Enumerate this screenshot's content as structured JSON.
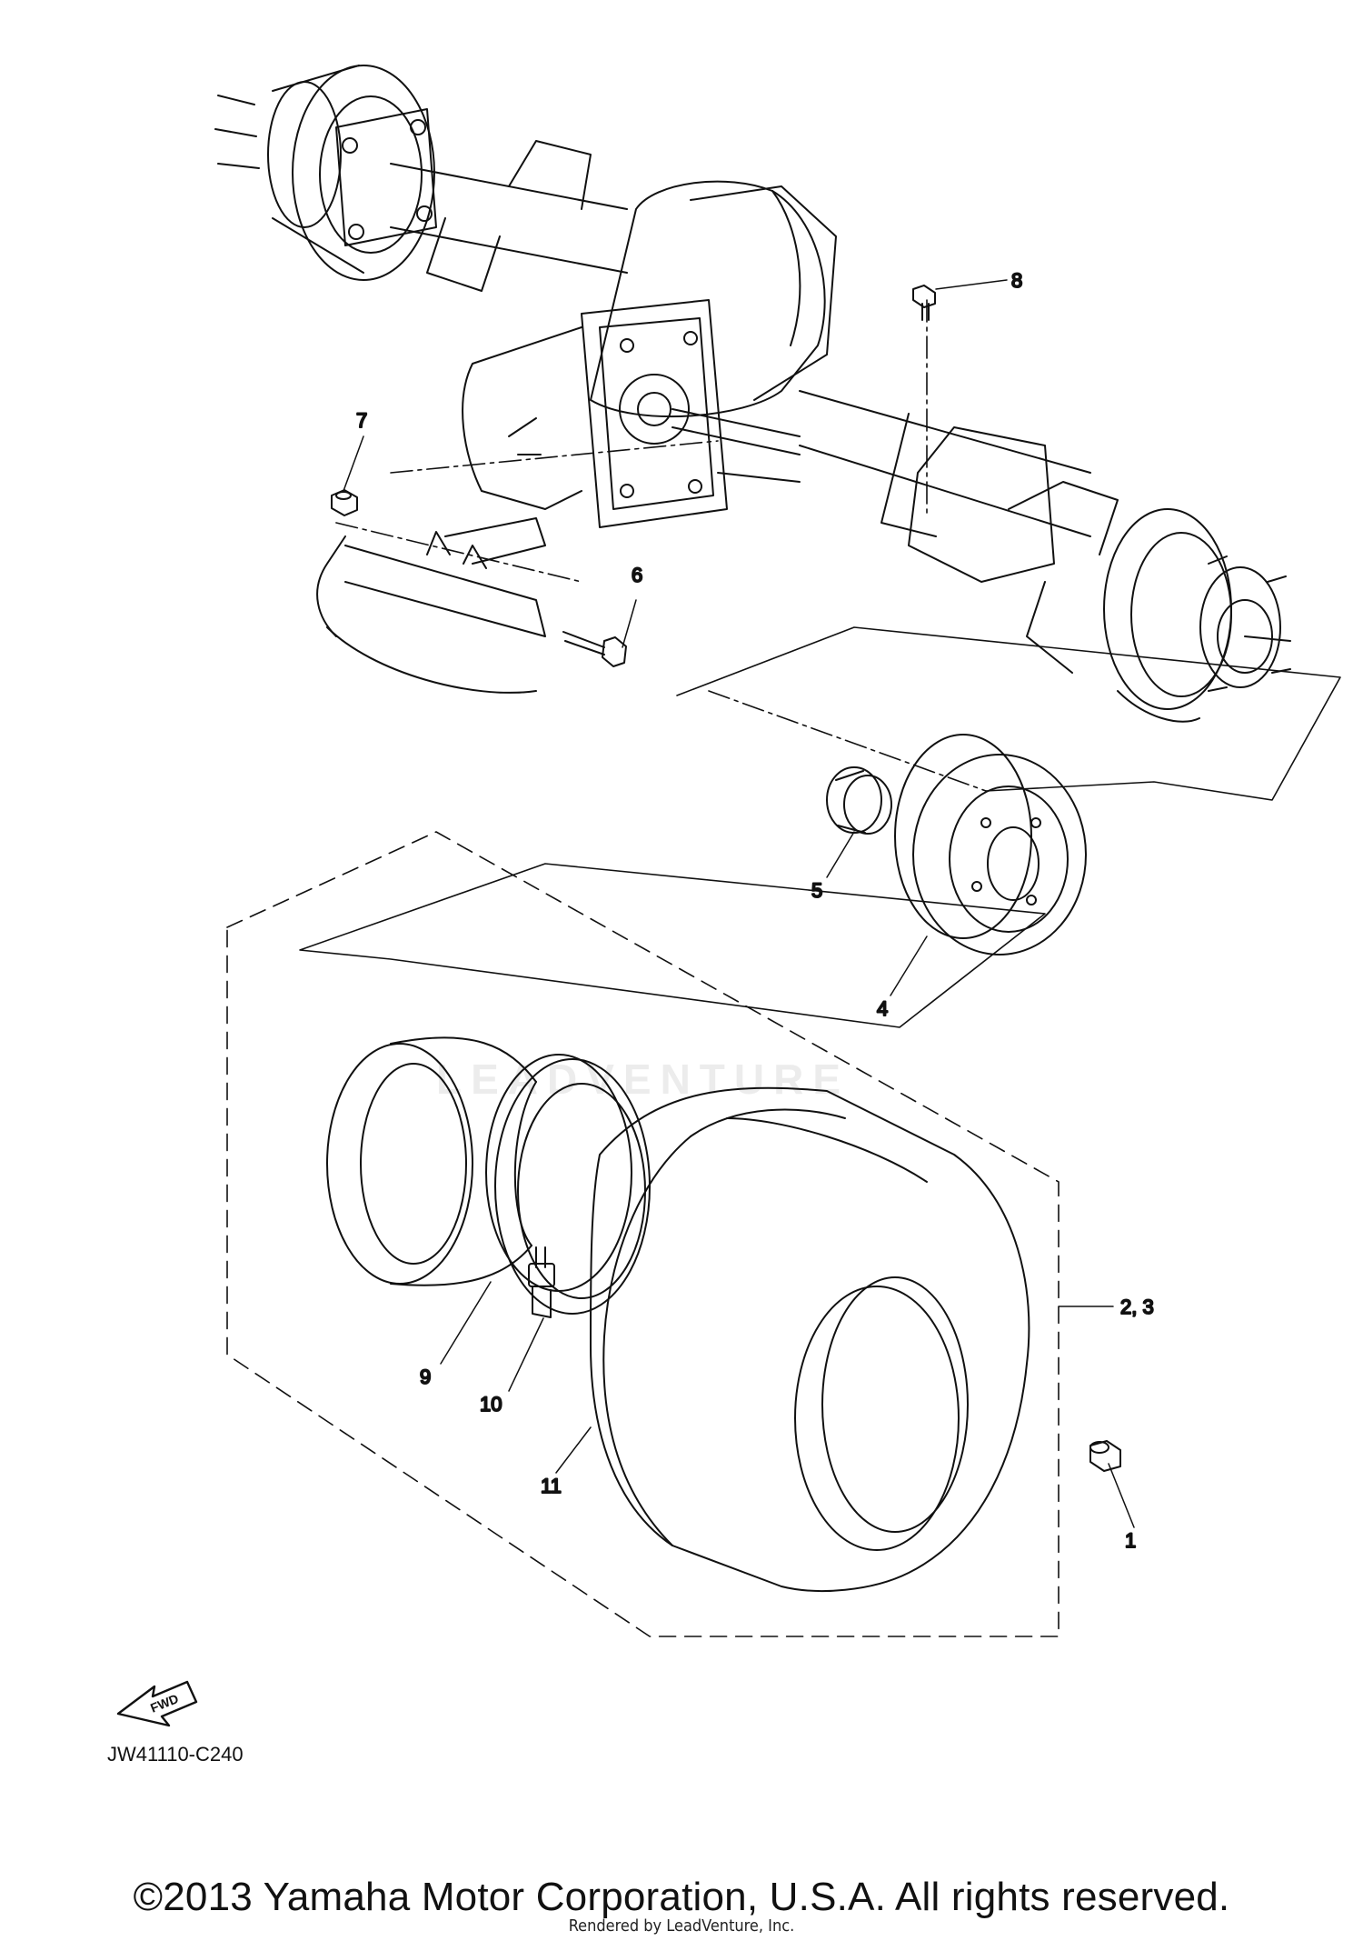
{
  "diagram": {
    "part_callouts": [
      {
        "id": "1",
        "label": "1"
      },
      {
        "id": "2-3",
        "label": "2, 3"
      },
      {
        "id": "4",
        "label": "4"
      },
      {
        "id": "5",
        "label": "5"
      },
      {
        "id": "6",
        "label": "6"
      },
      {
        "id": "7",
        "label": "7"
      },
      {
        "id": "8",
        "label": "8"
      },
      {
        "id": "9",
        "label": "9"
      },
      {
        "id": "10",
        "label": "10"
      },
      {
        "id": "11",
        "label": "11"
      }
    ],
    "direction_arrow_label": "FWD",
    "diagram_code": "JW41110-C240",
    "watermark_text": "LEADVENTURE"
  },
  "footer": {
    "copyright": "©2013 Yamaha Motor Corporation, U.S.A. All rights reserved.",
    "rendered_by": "Rendered by LeadVenture, Inc."
  }
}
